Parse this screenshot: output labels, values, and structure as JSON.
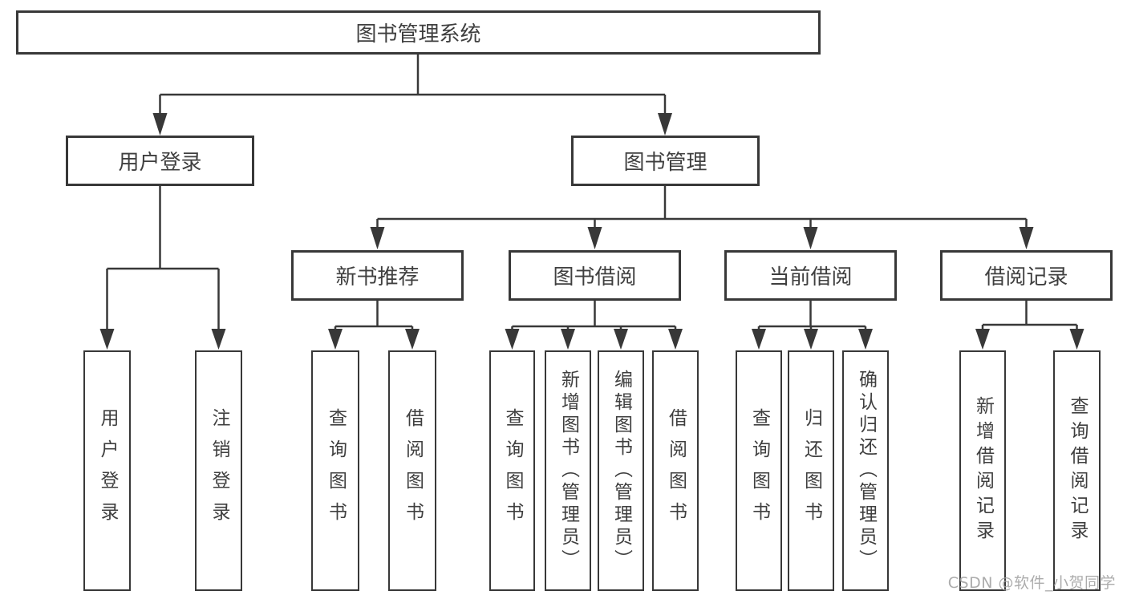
{
  "diagram": {
    "root": {
      "label": "图书管理系统",
      "children": [
        {
          "label": "用户登录",
          "children": [
            {
              "label": "用户登录"
            },
            {
              "label": "注销登录"
            }
          ]
        },
        {
          "label": "图书管理",
          "children": [
            {
              "label": "新书推荐",
              "children": [
                {
                  "label": "查询图书"
                },
                {
                  "label": "借阅图书"
                }
              ]
            },
            {
              "label": "图书借阅",
              "children": [
                {
                  "label": "查询图书"
                },
                {
                  "label": "新增图书（管理员）"
                },
                {
                  "label": "编辑图书（管理员）"
                },
                {
                  "label": "借阅图书"
                }
              ]
            },
            {
              "label": "当前借阅",
              "children": [
                {
                  "label": "查询图书"
                },
                {
                  "label": "归还图书"
                },
                {
                  "label": "确认归还（管理员）"
                }
              ]
            },
            {
              "label": "借阅记录",
              "children": [
                {
                  "label": "新增借阅记录"
                },
                {
                  "label": "查询借阅记录"
                }
              ]
            }
          ]
        }
      ]
    }
  },
  "watermark": {
    "text": "CSDN @软件_小贺同学"
  },
  "colors": {
    "line": "#383838",
    "text": "#3f3f3f",
    "watermark": "#9e9e9e",
    "background": "#ffffff"
  }
}
